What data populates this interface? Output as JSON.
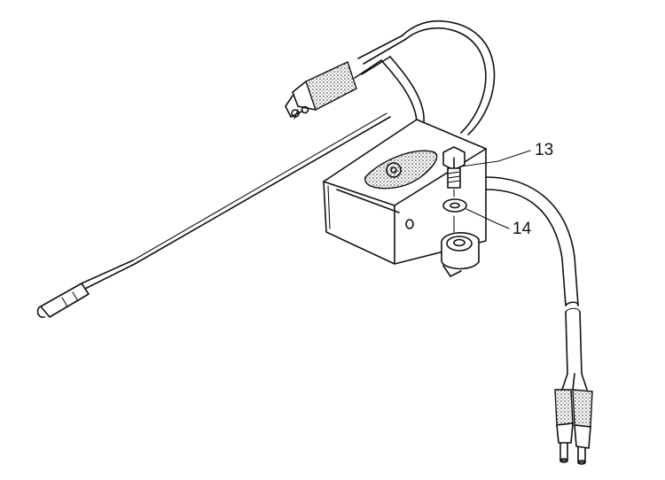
{
  "diagram": {
    "callouts": [
      {
        "id": "bolt",
        "label": "13"
      },
      {
        "id": "washer",
        "label": "14"
      }
    ]
  }
}
